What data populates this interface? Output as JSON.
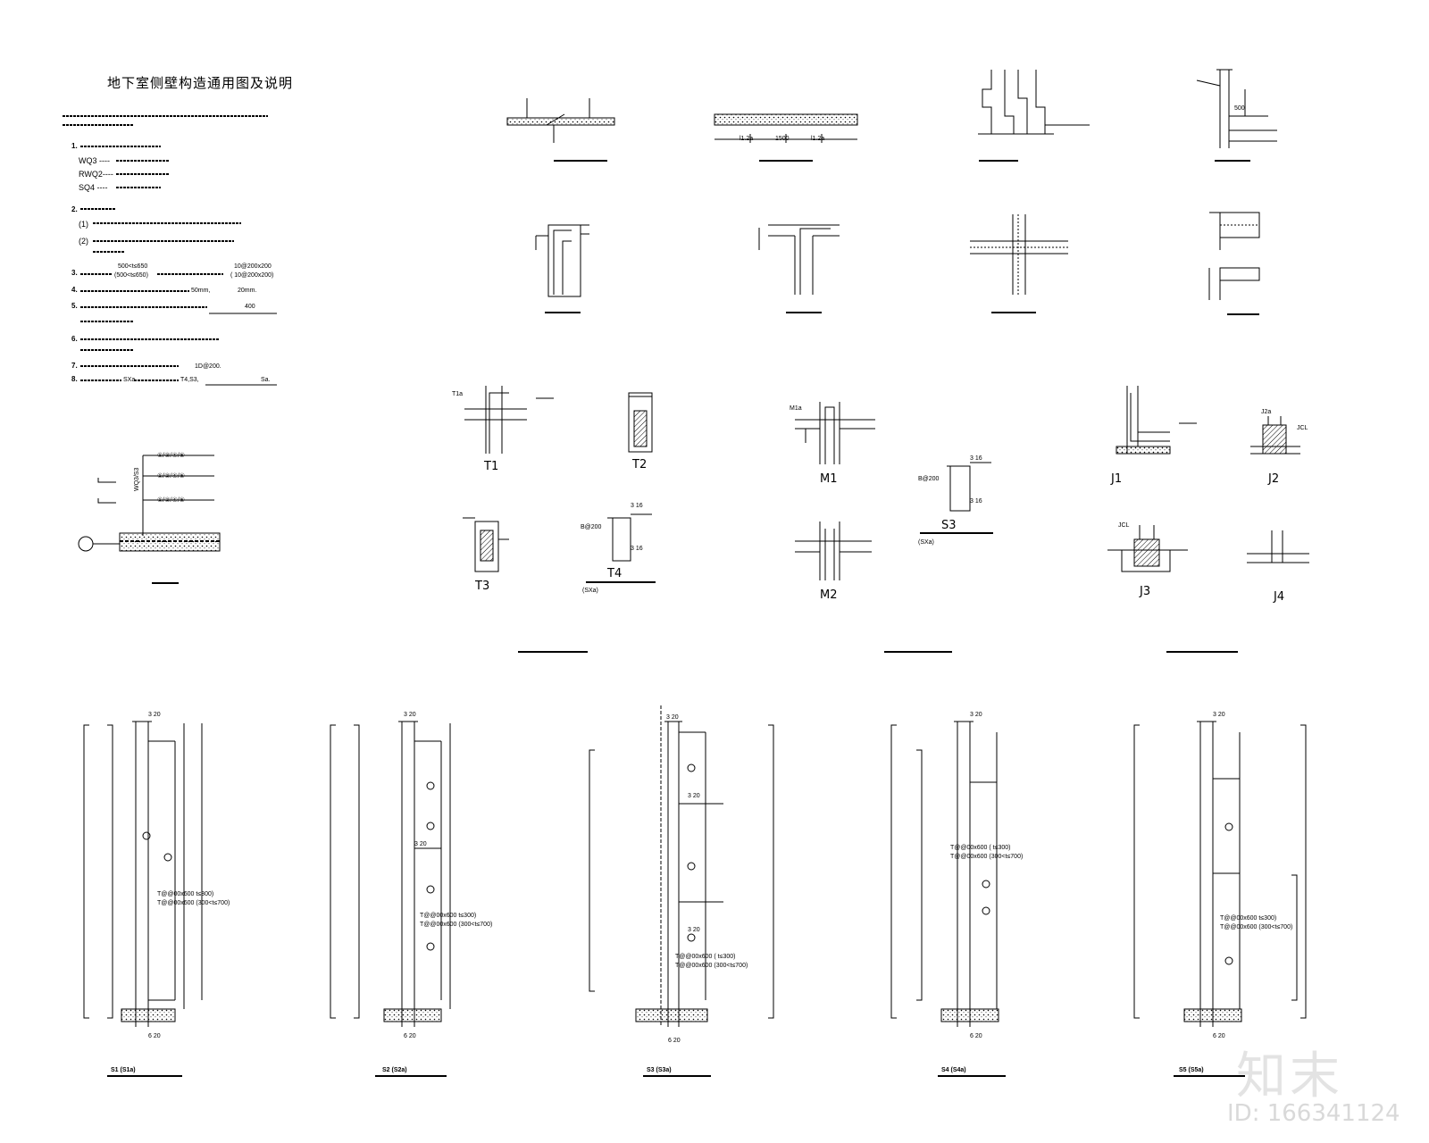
{
  "title": "地下室侧壁构造通用图及说明",
  "notes": {
    "wq3": "WQ3  ----",
    "rwq2": "RWQ2----",
    "sq4": "SQ4  ----",
    "n1": "1.",
    "n2": "2.",
    "n2a": "(1)",
    "n2b": "(2)",
    "n3": "3.",
    "n3a": "500<t≤650",
    "n3b": "(500<t≤650)",
    "n3c": "10@200x200",
    "n3d": "( 10@200x200)",
    "n4": "4.",
    "n4a": "50mm,",
    "n4b": "20mm.",
    "n5": "5.",
    "n5a": "400",
    "n6": "6.",
    "n7": "7.",
    "n7a": "1D@200.",
    "n8": "8.",
    "n8a": "SXa",
    "n8b": "T4,S3,",
    "n8c": "Sa."
  },
  "legend_diagram": {
    "row1": "①/②/④/⑤",
    "row2": "①/②/④/⑤",
    "row3": "①/②/④/⑤",
    "tag": "WQ3/S3"
  },
  "joint_labels": {
    "t1": "T1",
    "t2": "T2",
    "t3": "T3",
    "t4": "T4",
    "m1": "M1",
    "m2": "M2",
    "s3": "S3",
    "j1": "J1",
    "j2": "J2",
    "j3": "J3",
    "j4": "J4",
    "t4_note": "(SXa)",
    "s3_note": "(SXa)",
    "t4_dim_top": "3 16",
    "t4_dim_bot": "3 16",
    "s3_dim_top": "3 16",
    "s3_dim_bot": "3 16",
    "t4_bar": "B@200",
    "s3_bar": "B@200",
    "t1a": "T1a",
    "m1a": "M1a",
    "j2a": "J2a",
    "jcl": "JCL",
    "jcl2": "JCL"
  },
  "top_details": {
    "d2_dims": [
      "l1.2a",
      "1500",
      "l1.2a"
    ],
    "d4_dim": "500"
  },
  "sections": [
    {
      "top": "3 20",
      "bottom": "6 20",
      "cap": "S1 (S1a)",
      "note1": "T@@00x600   t≤300)",
      "note2": "T@@00x600 (300<t≤700)"
    },
    {
      "top": "3 20",
      "bottom": "6 20",
      "cap": "S2 (S2a)",
      "note1": "T@@00x600   t≤300)",
      "note2": "T@@00x600 (300<t≤700)"
    },
    {
      "top": "3 20",
      "bottom": "6 20",
      "cap": "S3 (S3a)",
      "note1": "T@@00x600  (  t≤300)",
      "note2": "T@@00x600 (300<t≤700)"
    },
    {
      "top": "3 20",
      "bottom": "6 20",
      "cap": "S4 (S4a)",
      "note1": "T@@00x600  (  t≤300)",
      "note2": "T@@00x600 (300<t≤700)"
    },
    {
      "top": "3 20",
      "bottom": "6 20",
      "cap": "S5 (S5a)",
      "note1": "T@@00x600   t≤300)",
      "note2": "T@@00x600 (300<t≤700)"
    }
  ],
  "section_mid_dims": [
    "3 20",
    "3 20",
    "3 20"
  ],
  "watermark": {
    "logo": "知末",
    "id": "ID: 166341124"
  }
}
